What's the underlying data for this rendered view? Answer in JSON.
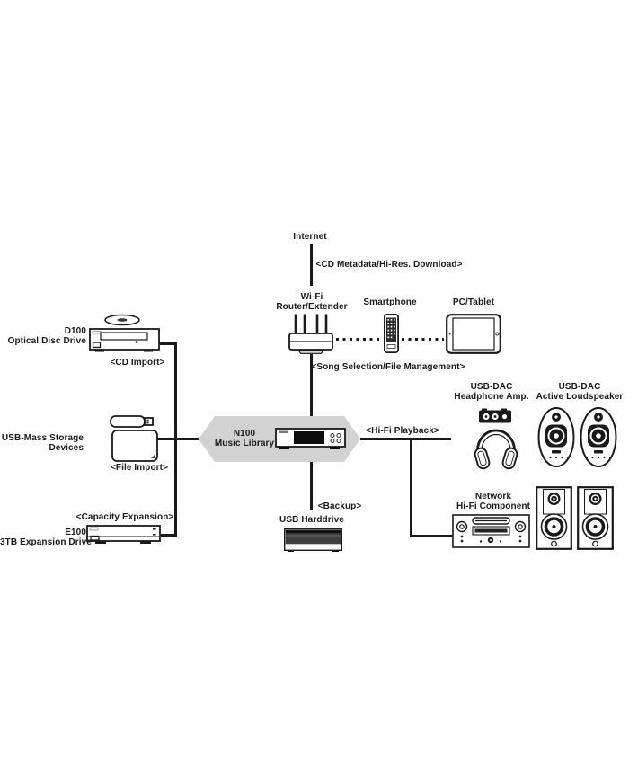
{
  "labels": {
    "internet": "Internet",
    "cd_metadata": "<CD Metadata/Hi-Res. Download>",
    "router_line1": "Wi-Fi",
    "router_line2": "Router/Extender",
    "smartphone": "Smartphone",
    "pc_tablet": "PC/Tablet",
    "song_selection": "<Song Selection/File Management>",
    "n100_line1": "N100",
    "n100_line2": "Music Library",
    "d100_line1": "D100",
    "d100_line2": "Optical Disc Drive",
    "cd_import": "<CD Import>",
    "usb_storage_line1": "USB-Mass Storage",
    "usb_storage_line2": "Devices",
    "file_import": "<File Import>",
    "capacity_expansion": "<Capacity Expansion>",
    "e100_line1": "E100",
    "e100_line2": "3TB Expansion Drive",
    "backup": "<Backup>",
    "usb_harddrive": "USB Harddrive",
    "hifi_playback": "<Hi-Fi Playback>",
    "usb_dac_hp_line1": "USB-DAC",
    "usb_dac_hp_line2": "Headphone Amp.",
    "usb_dac_sp_line1": "USB-DAC",
    "usb_dac_sp_line2": "Active Loudspeaker",
    "network_line1": "Network",
    "network_line2": "Hi-Fi Component"
  },
  "colors": {
    "line": "#1a1a1a",
    "hexagon_fill": "#d2d2d2",
    "text": "#1a1a1a",
    "background": "#ffffff"
  }
}
